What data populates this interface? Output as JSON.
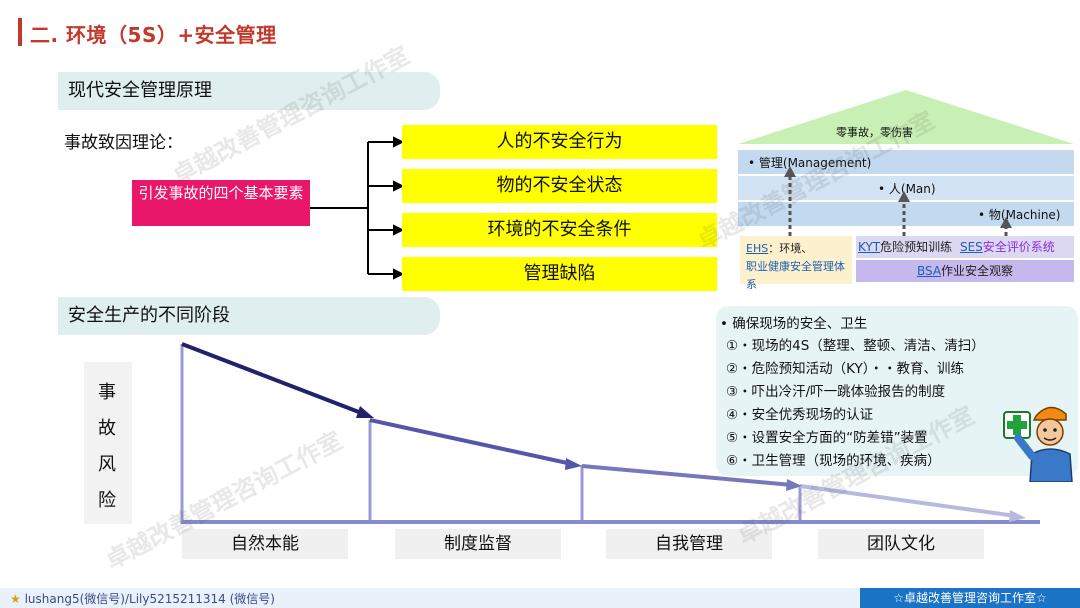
{
  "header": {
    "title": "二. 环境（5S）+安全管理"
  },
  "principle": {
    "banner": "现代安全管理原理",
    "theory_label": "事故致因理论：",
    "factor_box": "引发事故的四个基本要素",
    "factors": [
      "人的不安全行为",
      "物的不安全状态",
      "环境的不安全条件",
      "管理缺陷"
    ]
  },
  "safety_house": {
    "roof": "零事故，零伤害",
    "pillars": [
      "• 管理(Management)",
      "• 人(Man)",
      "• 物(Machine)"
    ],
    "ehs": "EHS：环境、职业健康安全管理体系",
    "ehs_short": "EHS",
    "ehs_line1": "：环境、",
    "ehs_line2": "职业健康安全管理体系",
    "kyt_code": "KYT",
    "kyt_text": "危险预知训练",
    "ses_code": "SES",
    "ses_text": "安全评价系统",
    "bsa_code": "BSA",
    "bsa_text": "作业安全观察"
  },
  "stages": {
    "banner": "安全生产的不同阶段",
    "risk_chars": [
      "事",
      "故",
      "风",
      "险"
    ],
    "names": [
      "自然本能",
      "制度监督",
      "自我管理",
      "团队文化"
    ]
  },
  "measures": {
    "head": "• 确保现场的安全、卫生",
    "items": [
      "①・现场的4S（整理、整顿、清洁、清扫）",
      "②・危险预知活动（KY）・・教育、训练",
      "③・吓出冷汗/吓一跳体验报告的制度",
      "④・安全优秀现场的认证",
      "⑤・设置安全方面的“防差错”装置",
      "⑥・卫生管理（现场的环境、疾病）"
    ]
  },
  "watermark": "卓越改善管理咨询工作室",
  "footer": {
    "contact": "lushang5(微信号)/Lily5215211314 (微信号)",
    "brand": "☆卓越改善管理咨询工作室☆"
  },
  "colors": {
    "title_red": "#c0392b",
    "factor_pink": "#e8176a",
    "factor_yellow": "#ffff00",
    "roof_green": "#c8f0b4",
    "stage_line": "#8888cc",
    "footer_blue": "#1a73c4"
  }
}
